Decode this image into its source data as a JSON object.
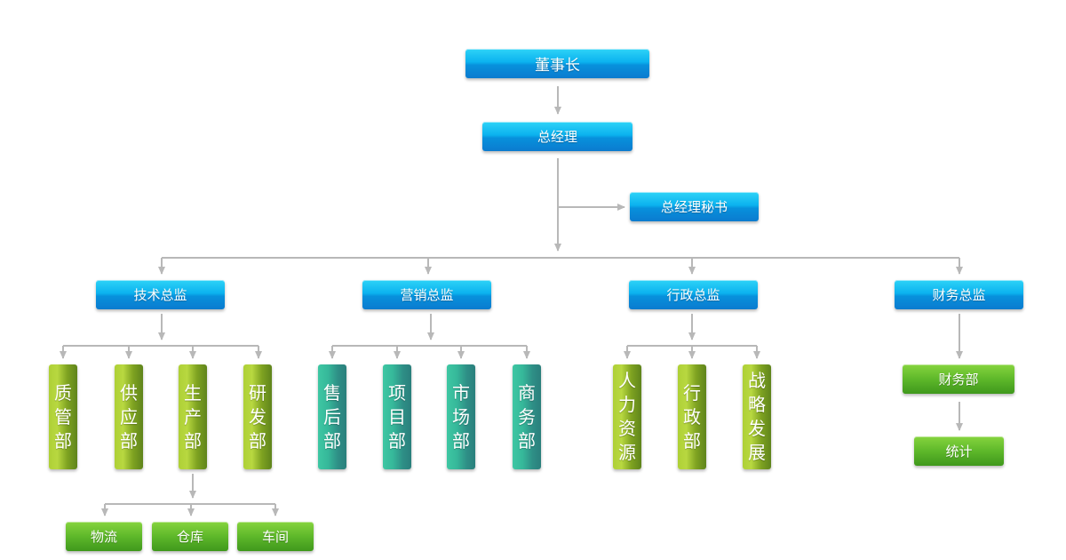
{
  "colors": {
    "connector": "#b8b8b8",
    "blue_box": "#0bb2ef",
    "lime_box": "#9dc22e",
    "teal_box": "#36b89a",
    "green_box": "#5eb82a",
    "text": "#ffffff"
  },
  "nodes": {
    "chairman": "董事长",
    "general_manager": "总经理",
    "gm_secretary": "总经理秘书",
    "tech_director": "技术总监",
    "marketing_director": "营销总监",
    "admin_director": "行政总监",
    "finance_director": "财务总监",
    "quality_dept": "质管部",
    "supply_dept": "供应部",
    "production_dept": "生产部",
    "rd_dept": "研发部",
    "sales_dept": "售后部",
    "project_dept": "项目部",
    "market_dept": "市场部",
    "business_dept": "商务部",
    "hr_dept": "人力资源",
    "admin_dept": "行政部",
    "strategy_dept": "战略发展",
    "finance_dept": "财务部",
    "statistics": "统计",
    "logistics": "物流",
    "warehouse": "仓库",
    "workshop": "车间"
  }
}
